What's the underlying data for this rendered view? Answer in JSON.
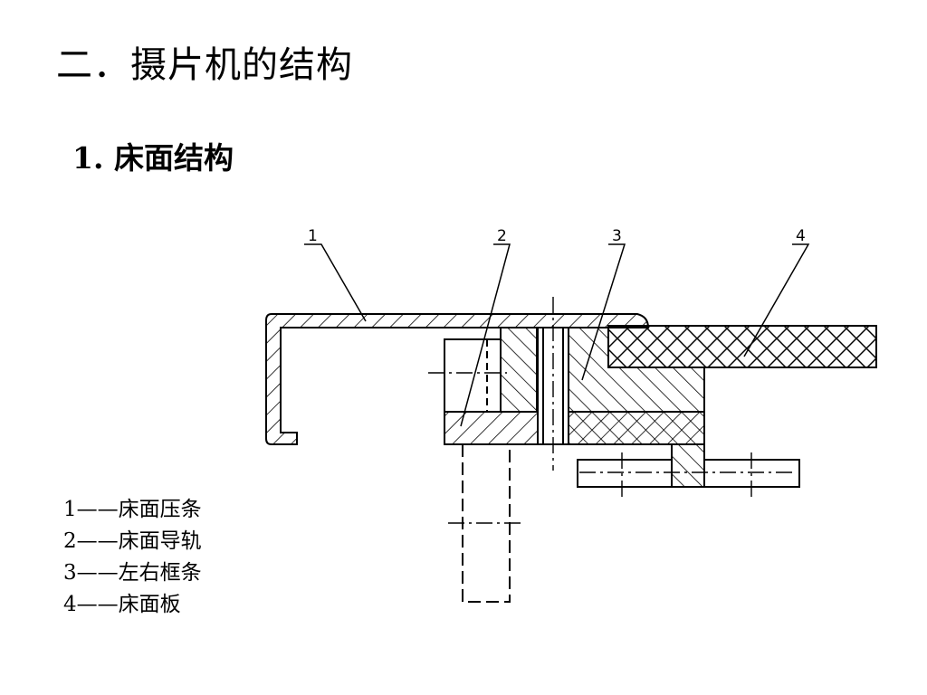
{
  "slide": {
    "title": "二．摄片机的结构",
    "section_title": "1. 床面结构"
  },
  "diagram": {
    "callout_labels": [
      "1",
      "2",
      "3",
      "4"
    ],
    "legend": [
      "1——床面压条",
      "2——床面导轨",
      "3——左右框条",
      "4——床面板"
    ]
  }
}
